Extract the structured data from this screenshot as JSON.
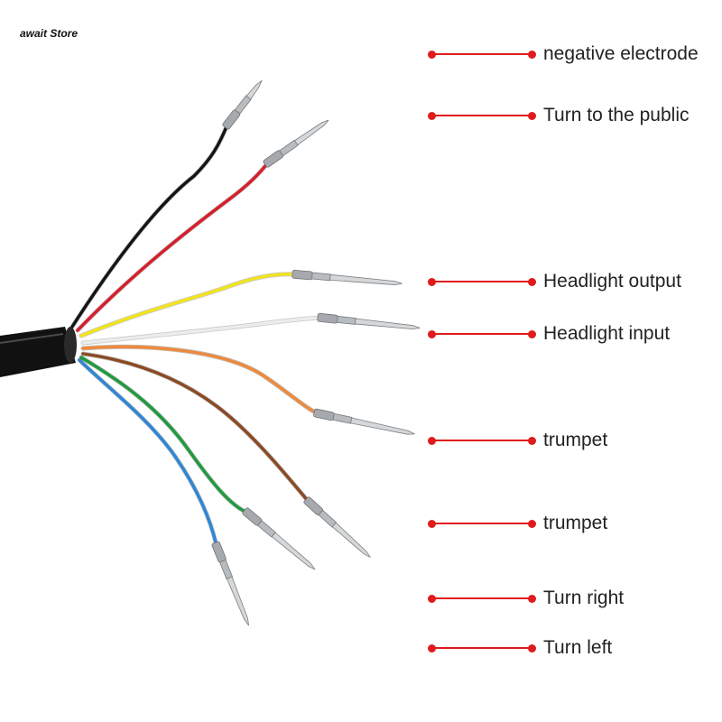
{
  "watermark": "await Store",
  "colors": {
    "leader": "#e01b1b",
    "text": "#222222",
    "jacket": "#111111",
    "terminal": "#b9bcbf"
  },
  "labels": [
    {
      "id": "negative-electrode",
      "text": "negative electrode"
    },
    {
      "id": "turn-to-the-public",
      "text": "Turn to the public"
    },
    {
      "id": "headlight-output",
      "text": "Headlight output"
    },
    {
      "id": "headlight-input",
      "text": "Headlight input"
    },
    {
      "id": "trumpet-1",
      "text": "trumpet"
    },
    {
      "id": "trumpet-2",
      "text": "trumpet"
    },
    {
      "id": "turn-right",
      "text": "Turn right"
    },
    {
      "id": "turn-left",
      "text": "Turn left"
    }
  ],
  "wires": [
    {
      "color_name": "black",
      "color": "#141414"
    },
    {
      "color_name": "red",
      "color": "#d81e2a"
    },
    {
      "color_name": "yellow",
      "color": "#f2e41c"
    },
    {
      "color_name": "white",
      "color": "#ececec"
    },
    {
      "color_name": "orange",
      "color": "#ee8a3c"
    },
    {
      "color_name": "brown",
      "color": "#8b4a22"
    },
    {
      "color_name": "green",
      "color": "#1f9a3e"
    },
    {
      "color_name": "blue",
      "color": "#2d86d6"
    }
  ]
}
